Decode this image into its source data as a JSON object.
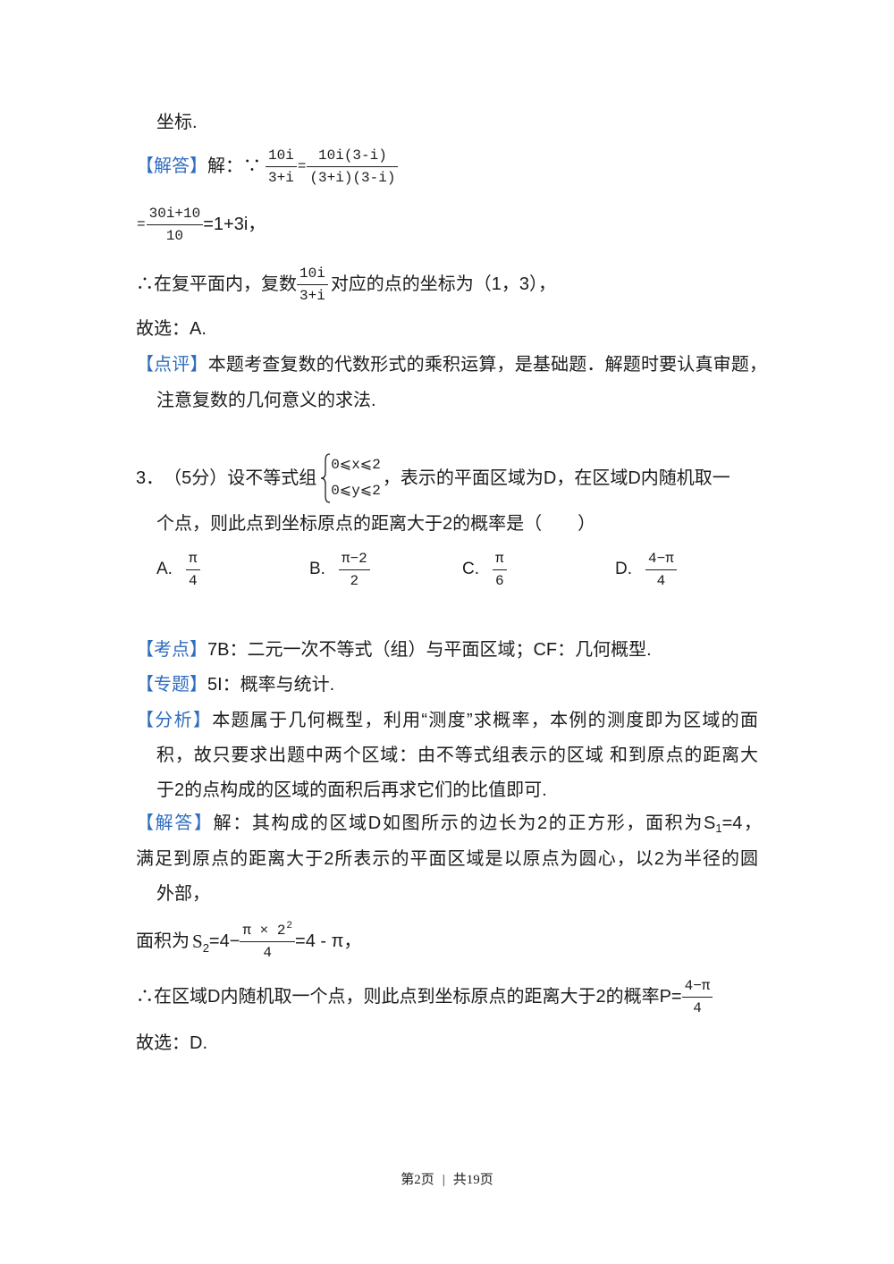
{
  "colors": {
    "text": "#1c1c1c",
    "tag": "#2f6dbf"
  },
  "prev_question": {
    "analysis_tail": "坐标.",
    "solution": {
      "tag": "【解答】",
      "lead": "解：∵",
      "frac_a": {
        "num": "10i",
        "den": "3+i"
      },
      "eq": "=",
      "frac_b": {
        "num": "10i(3-i)",
        "den": "(3+i)(3-i)"
      }
    },
    "step2": {
      "eq": "=",
      "frac": {
        "num": "30i+10",
        "den": "10"
      },
      "result": "=1+3i，"
    },
    "conclusion": {
      "lead": "∴在复平面内，复数",
      "frac": {
        "num": "10i",
        "den": "3+i"
      },
      "tail": "对应的点的坐标为（1，3），"
    },
    "choice": "故选：A.",
    "review": {
      "tag": "【点评】",
      "line1": "本题考查复数的代数形式的乘积运算，是基础题．解题时要认真审题，",
      "line2": "注意复数的几何意义的求法."
    }
  },
  "question3": {
    "number": "3．",
    "score": "（5分）",
    "stem_lead": "设不等式组",
    "system": [
      "0⩽x⩽2",
      "0⩽y⩽2"
    ],
    "stem_tail": "，表示的平面区域为D，在区域D内随机取一",
    "stem_line2": "个点，则此点到坐标原点的距离大于2的概率是（　　）",
    "options": [
      {
        "label": "A.",
        "num": "π",
        "den": "4"
      },
      {
        "label": "B.",
        "num": "π−2",
        "den": "2"
      },
      {
        "label": "C.",
        "num": "π",
        "den": "6"
      },
      {
        "label": "D.",
        "num": "4−π",
        "den": "4"
      }
    ],
    "knowledge": {
      "tag": "【考点】",
      "text": "7B：二元一次不等式（组）与平面区域；CF：几何概型."
    },
    "topic": {
      "tag": "【专题】",
      "text": "5I：概率与统计."
    },
    "analysis": {
      "tag": "【分析】",
      "lines": [
        "本题属于几何概型，利用“测度”求概率，本例的测度即为区域的面",
        "积，故只要求出题中两个区域：由不等式组表示的区域 和到原点的距离大",
        "于2的点构成的区域的面积后再求它们的比值即可."
      ]
    },
    "solution": {
      "tag": "【解答】",
      "line1": {
        "text": "解：其构成的区域D如图所示的边长为2的正方形，面积为S",
        "sub": "1",
        "tail": "=4，"
      },
      "line2": "满足到原点的距离大于2所表示的平面区域是以原点为圆心，以2为半径的圆",
      "line3": "外部，",
      "area": {
        "lead": "面积为",
        "var": "S",
        "sub": "2",
        "eq": "=4−",
        "num": "π × 2",
        "num_sup": "2",
        "den": "4",
        "tail": "=4 - π，"
      },
      "prob": {
        "lead": "∴在区域D内随机取一个点，则此点到坐标原点的距离大于2的概率P=",
        "num": "4−π",
        "den": "4"
      },
      "choice": "故选：D."
    }
  },
  "footer": {
    "page": "第2页",
    "sep": "|",
    "total": "共19页"
  }
}
